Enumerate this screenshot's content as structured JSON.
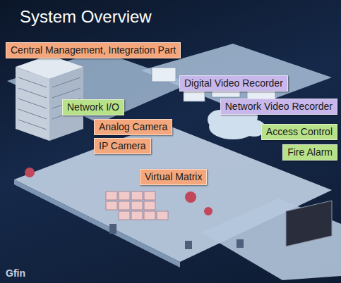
{
  "diagram": {
    "title": "System Overview",
    "nodes": [
      {
        "text": [
          "Central Management, Integration Part"
        ]
      },
      {
        "text": [
          "Digital Video Recorder"
        ]
      },
      {
        "text": [
          "Network I/O"
        ]
      },
      {
        "text": [
          "Network Video Recorder"
        ]
      },
      {
        "text": [
          "Analog Camera"
        ]
      },
      {
        "text": [
          "Access Control"
        ]
      },
      {
        "text": [
          "IP Camera"
        ]
      },
      {
        "text": [
          "Fire Alarm"
        ]
      },
      {
        "text": [
          "Virtual Matrix"
        ]
      }
    ],
    "labels": [
      "Gfin"
    ]
  }
}
